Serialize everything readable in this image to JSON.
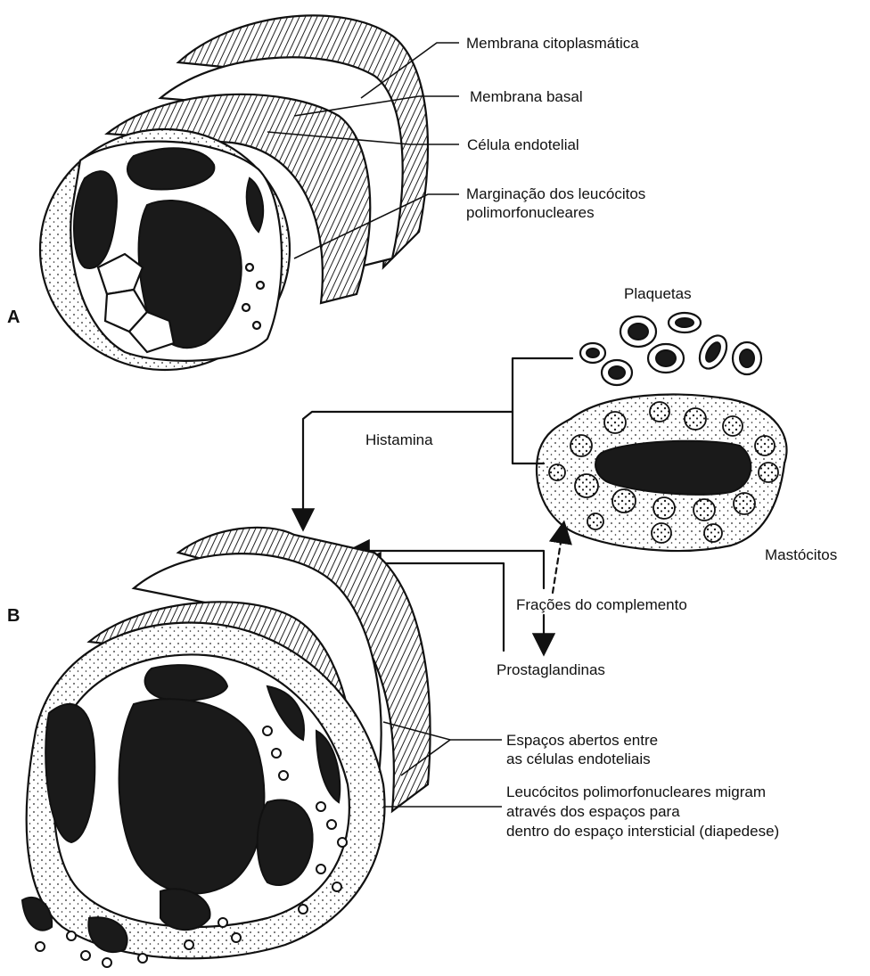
{
  "panel_a": {
    "letter": "A",
    "labels": {
      "membrana_citoplasmatica": "Membrana citoplasmática",
      "membrana_basal": "Membrana basal",
      "celula_endotelial": "Célula endotelial",
      "marginacao_line1": "Marginação dos leucócitos",
      "marginacao_line2": "polimorfonucleares"
    }
  },
  "panel_b": {
    "letter": "B",
    "labels": {
      "plaquetas": "Plaquetas",
      "histamina": "Histamina",
      "mastocitos": "Mastócitos",
      "fracoes": "Frações do complemento",
      "prostaglandinas": "Prostaglandinas",
      "espacos_line1": "Espaços abertos entre",
      "espacos_line2": "as células endoteliais",
      "leucocitos_line1": "Leucócitos polimorfonucleares migram",
      "leucocitos_line2": "através dos espaços para",
      "leucocitos_line3": "dentro do espaço intersticial (diapedese)"
    }
  }
}
